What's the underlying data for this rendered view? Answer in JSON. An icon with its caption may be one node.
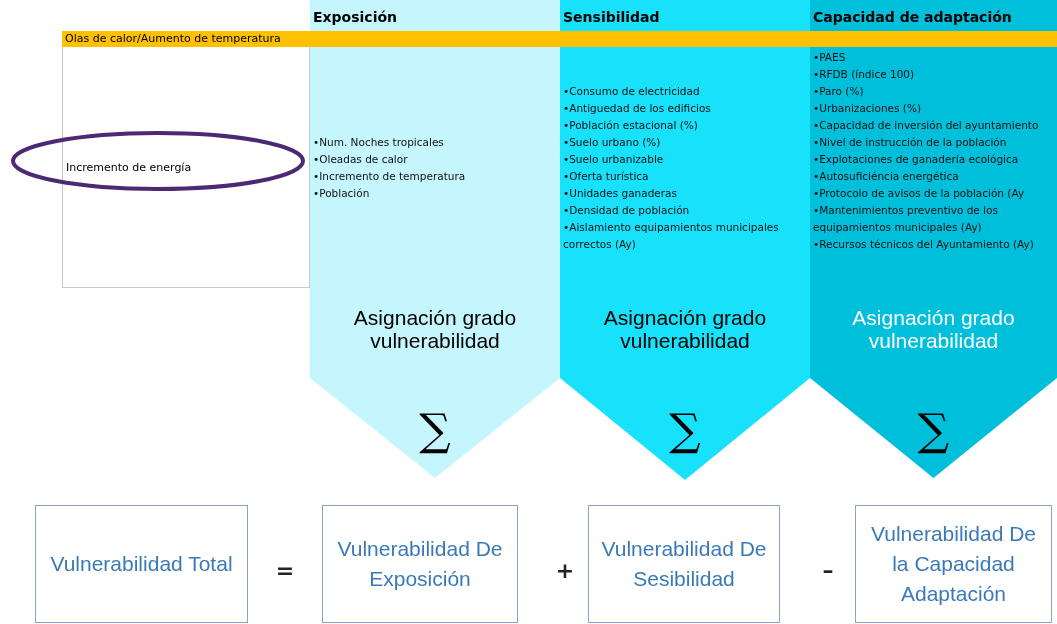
{
  "diagram": {
    "nodes": [
      {
        "text": [
          "Exposición",
          "•Num. Noches tropicales",
          "•Oleadas de calor",
          "•Incremento de temperatura",
          "•Población",
          "Asignación grado vulnerabilidad",
          "∑"
        ]
      },
      {
        "text": [
          "Sensibilidad",
          "•Consumo de electricidad",
          "•Antiguedad de los edificios",
          "•Población estacional (%)",
          "•Suelo urbano (%)",
          "•Suelo urbanizable",
          "•Oferta turística",
          "•Unidades ganaderas",
          "•Densidad de población",
          "•Aislamiento equipamientos municipales correctos (Ay)",
          "Asignación grado vulnerabilidad",
          "∑"
        ]
      },
      {
        "text": [
          "Capacidad de adaptación",
          "•PAES",
          "•RFDB (índice 100)",
          "•Paro (%)",
          "•Urbanizaciones (%)",
          "•Capacidad de inversión del ayuntamiento",
          "•Nivel de instrucción de la población",
          "•Explotaciones de ganadería ecológica",
          "•Autosuficiéncia energética",
          "•Protocolo de avisos de la población (Ay",
          "•Mantenimientos preventivo de los equipamientos municipales (Ay)",
          "•Recursos técnicos del Ayuntamiento (Ay)",
          "Asignación grado vulnerabilidad",
          "∑"
        ]
      },
      {
        "text": [
          "Olas de calor/Aumento de temperatura"
        ]
      },
      {
        "text": [
          "Incremento de energía"
        ]
      },
      {
        "text": [
          "Vulnerabilidad Total"
        ]
      },
      {
        "text": [
          "Vulnerabilidad De Exposición"
        ]
      },
      {
        "text": [
          "Vulnerabilidad De Sesibilidad"
        ]
      },
      {
        "text": [
          "Vulnerabilidad De la Capacidad Adaptación"
        ]
      }
    ],
    "labels": [
      "=",
      "+",
      "–"
    ]
  }
}
